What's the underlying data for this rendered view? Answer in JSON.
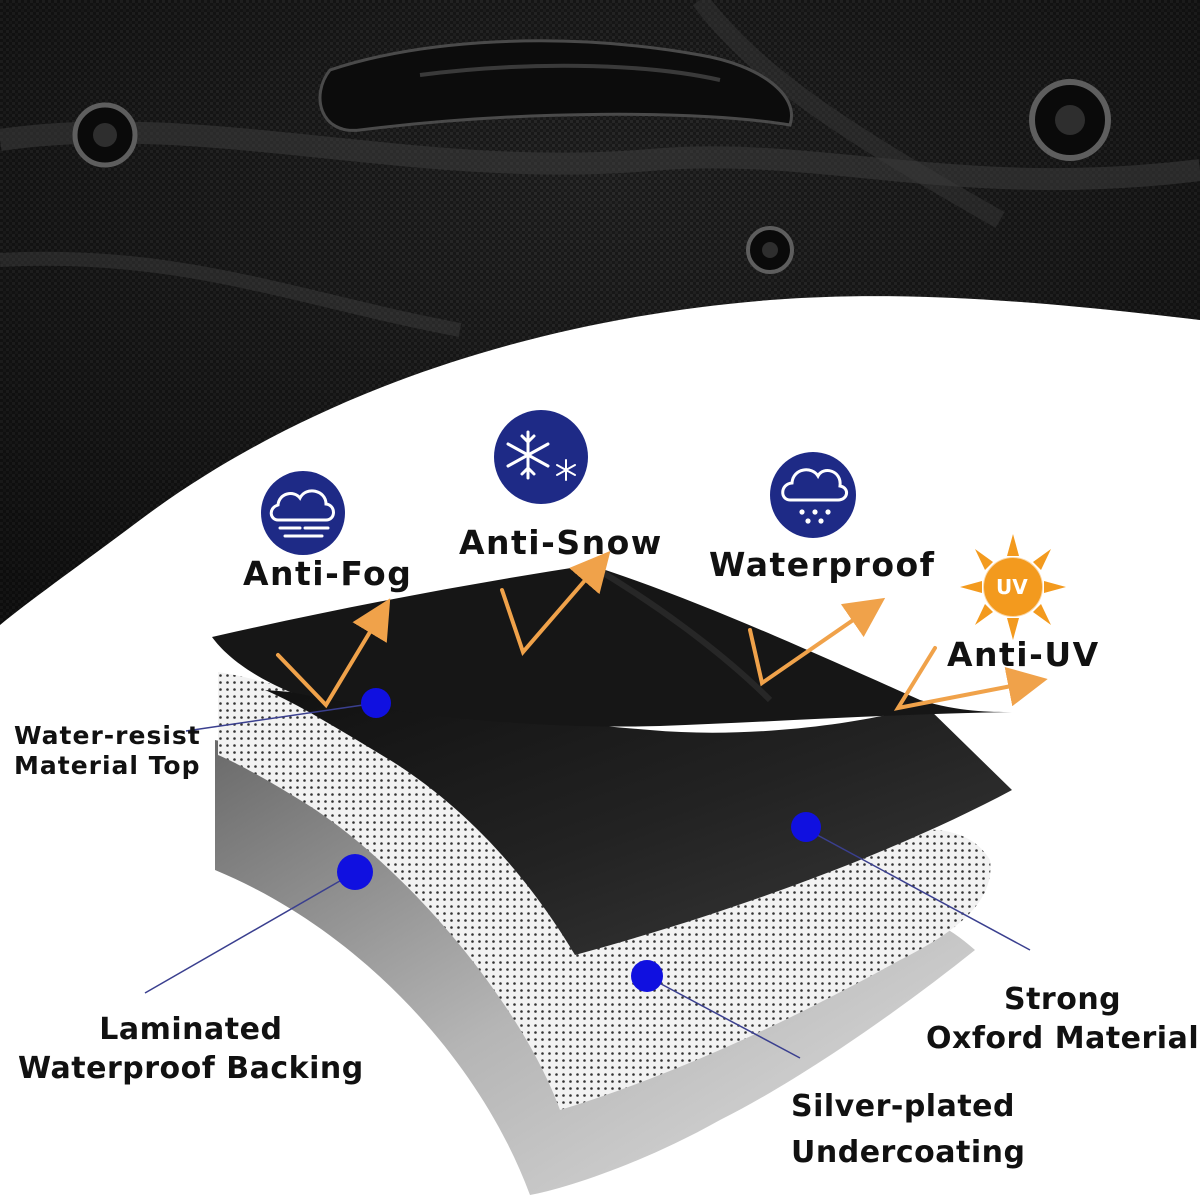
{
  "features": {
    "anti_fog": "Anti-Fog",
    "anti_snow": "Anti-Snow",
    "waterproof": "Waterproof",
    "anti_uv": "Anti-UV",
    "uv_badge": "UV"
  },
  "layers": {
    "top_line1": "Water-resist",
    "top_line2": "Material Top",
    "laminated_line1": "Laminated",
    "laminated_line2": "Waterproof Backing",
    "oxford_line1": "Strong",
    "oxford_line2": "Oxford Material",
    "silver_line1": "Silver-plated",
    "silver_line2": "Undercoating"
  },
  "colors": {
    "icon_badge": "#1e2a86",
    "marker_dot": "#1010e0",
    "arrow": "#f0a24a",
    "uv_sun": "#f39a1e",
    "fabric_dark": "#1c1c1c",
    "leader_line": "#3a3f8f"
  },
  "icons": [
    "fog-cloud-icon",
    "snowflake-icon",
    "rain-cloud-icon",
    "uv-sun-icon"
  ]
}
